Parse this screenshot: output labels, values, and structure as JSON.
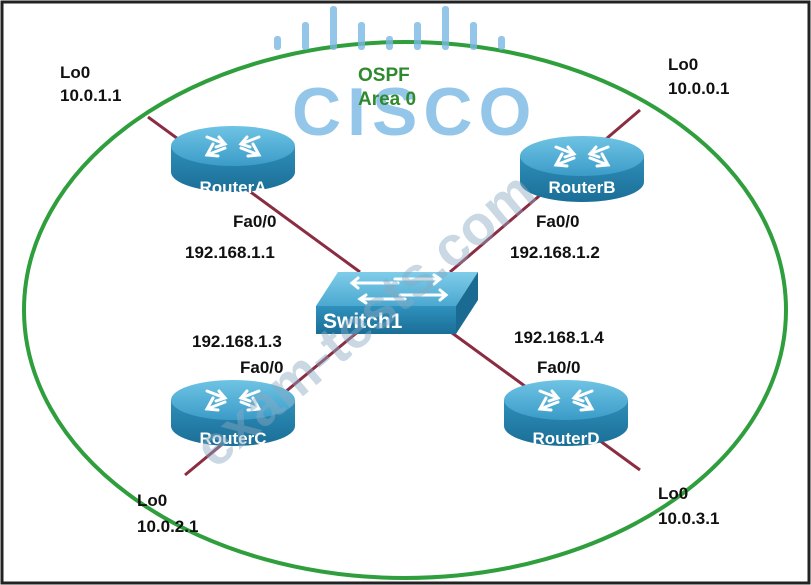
{
  "brand": {
    "logo_text": "CISCO",
    "watermark": "exam-tests.com",
    "logo_color": "#79b8e3"
  },
  "area": {
    "line1": "OSPF",
    "line2": "Area 0",
    "color": "#2f9e3c"
  },
  "switch": {
    "name": "Switch1"
  },
  "routers": [
    {
      "id": "router-a",
      "name": "RouterA",
      "lo_label": "Lo0",
      "lo_ip": "10.0.1.1",
      "fa_label": "Fa0/0",
      "fa_ip": "192.168.1.1"
    },
    {
      "id": "router-b",
      "name": "RouterB",
      "lo_label": "Lo0",
      "lo_ip": "10.0.0.1",
      "fa_label": "Fa0/0",
      "fa_ip": "192.168.1.2"
    },
    {
      "id": "router-c",
      "name": "RouterC",
      "lo_label": "Lo0",
      "lo_ip": "10.0.2.1",
      "fa_label": "Fa0/0",
      "fa_ip": "192.168.1.3"
    },
    {
      "id": "router-d",
      "name": "RouterD",
      "lo_label": "Lo0",
      "lo_ip": "10.0.3.1",
      "fa_label": "Fa0/0",
      "fa_ip": "192.168.1.4"
    }
  ],
  "colors": {
    "link": "#8a2c42",
    "device": "#2f8fb8",
    "border": "#222222"
  }
}
